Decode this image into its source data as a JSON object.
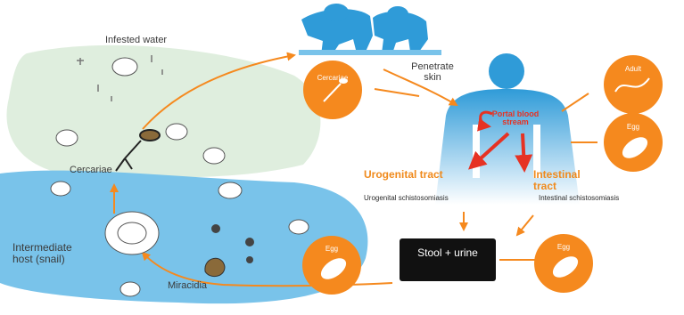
{
  "labels": {
    "infested_water": "Infested water",
    "penetrate_skin": "Penetrate skin",
    "cercariae": "Cercariae",
    "intermediate_host": "Intermediate host (snail)",
    "miracidia": "Miracidia",
    "portal_blood": "Portal blood stream",
    "urogenital_tract": "Urogenital tract",
    "intestinal_tract": "Intestinal tract",
    "urogenital_note": "Urogenital schistosomiasis",
    "intestinal_note": "Intestinal schistosomiasis",
    "stool_urine": "Stool + urine"
  },
  "badges": {
    "cercariae": "Cercariae",
    "adult": "Adult",
    "egg_right": "Egg",
    "egg_bottom_right": "Egg",
    "egg_bottom_left": "Egg"
  },
  "colors": {
    "orange": "#f5891e",
    "water_green": "#dfeede",
    "water_blue": "#79c3ea",
    "body_blue": "#2f9bd8",
    "red_arrow": "#e63223",
    "black_box": "#111111"
  }
}
